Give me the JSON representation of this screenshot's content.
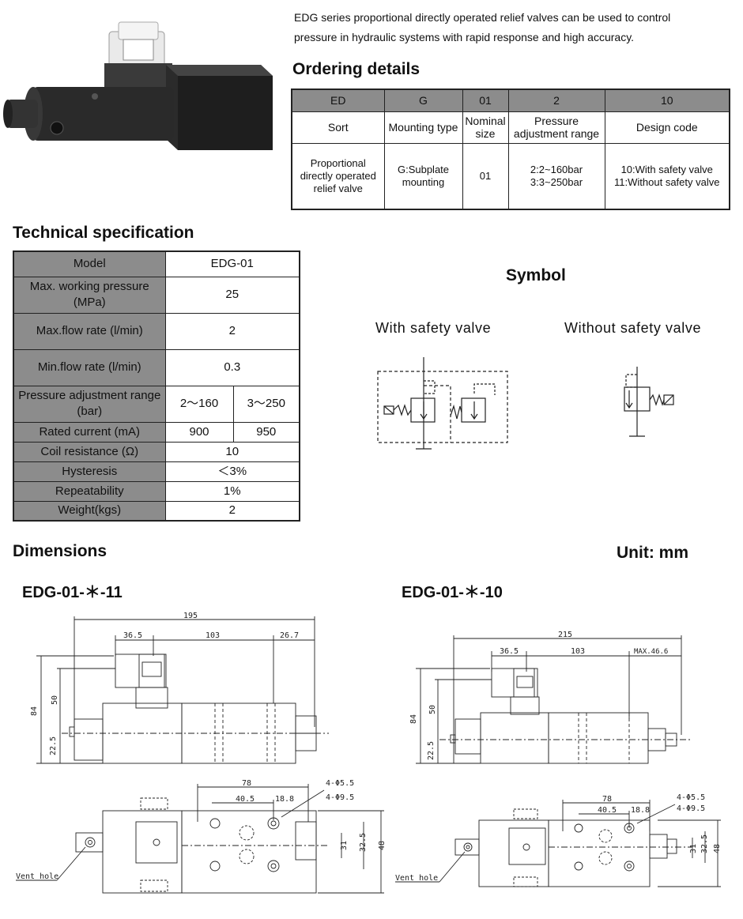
{
  "intro": {
    "line1": "EDG series proportional directly operated relief valves can be used to control",
    "line2": "pressure in hydraulic systems with rapid response and high accuracy."
  },
  "ordering": {
    "title": "Ordering details",
    "codes": [
      "ED",
      "G",
      "01",
      "2",
      "10"
    ],
    "labels": [
      "Sort",
      "Mounting type",
      "Nominal size",
      "Pressure adjustment range",
      "Design code"
    ],
    "values": {
      "sort": "Proportional directly operated relief valve",
      "mounting": "G:Subplate mounting",
      "size": "01",
      "pressure_1": "2:2~160bar",
      "pressure_2": "3:3~250bar",
      "design_1": "10:With safety valve",
      "design_2": "11:Without safety valve"
    }
  },
  "spec": {
    "title": "Technical specification",
    "rows": {
      "model_label": "Model",
      "model_value": "EDG-01",
      "pressure_label": "Max. working pressure (MPa)",
      "pressure_value": "25",
      "flow_label": "Max.flow rate (l/min)",
      "flow_value": "2",
      "minflow_label": "Min.flow rate (l/min)",
      "minflow_value": "0.3",
      "range_label": "Pressure adjustment range (bar)",
      "range_a": "2～160",
      "range_b": "3～250",
      "current_label": "Rated current (mA)",
      "current_a": "900",
      "current_b": "950",
      "coil_label": "Coil resistance (Ω)",
      "coil_value": "10",
      "hyst_label": "Hysteresis",
      "hyst_value": "＜3%",
      "repeat_label": "Repeatability",
      "repeat_value": "1%",
      "weight_label": "Weight(kgs)",
      "weight_value": "2"
    }
  },
  "symbol": {
    "title": "Symbol",
    "with_label": "With safety valve",
    "without_label": "Without safety valve"
  },
  "dimensions": {
    "title": "Dimensions",
    "unit": "Unit: mm",
    "left_title": "EDG-01-＊-11",
    "right_title": "EDG-01-＊-10",
    "left": {
      "overall": "195",
      "a": "36.5",
      "b": "103",
      "c": "26.7",
      "h1": "84",
      "h2": "50",
      "h3": "22.5",
      "p1": "78",
      "p2": "40.5",
      "p3": "18.8",
      "hole1": "4-Φ5.5",
      "hole2": "4-Φ9.5",
      "w1": "31",
      "w2": "32.5",
      "w3": "48",
      "vent": "Vent hole"
    },
    "right": {
      "overall": "215",
      "a": "36.5",
      "b": "103",
      "c": "MAX.46.6",
      "h1": "84",
      "h2": "50",
      "h3": "22.5",
      "p1": "78",
      "p2": "40.5",
      "p3": "18.8",
      "hole1": "4-Φ5.5",
      "hole2": "4-Φ9.5",
      "w1": "31",
      "w2": "32.5",
      "w3": "48",
      "vent": "Vent hole"
    }
  },
  "colors": {
    "header_gray": "#8c8c8c",
    "line": "#222222"
  }
}
